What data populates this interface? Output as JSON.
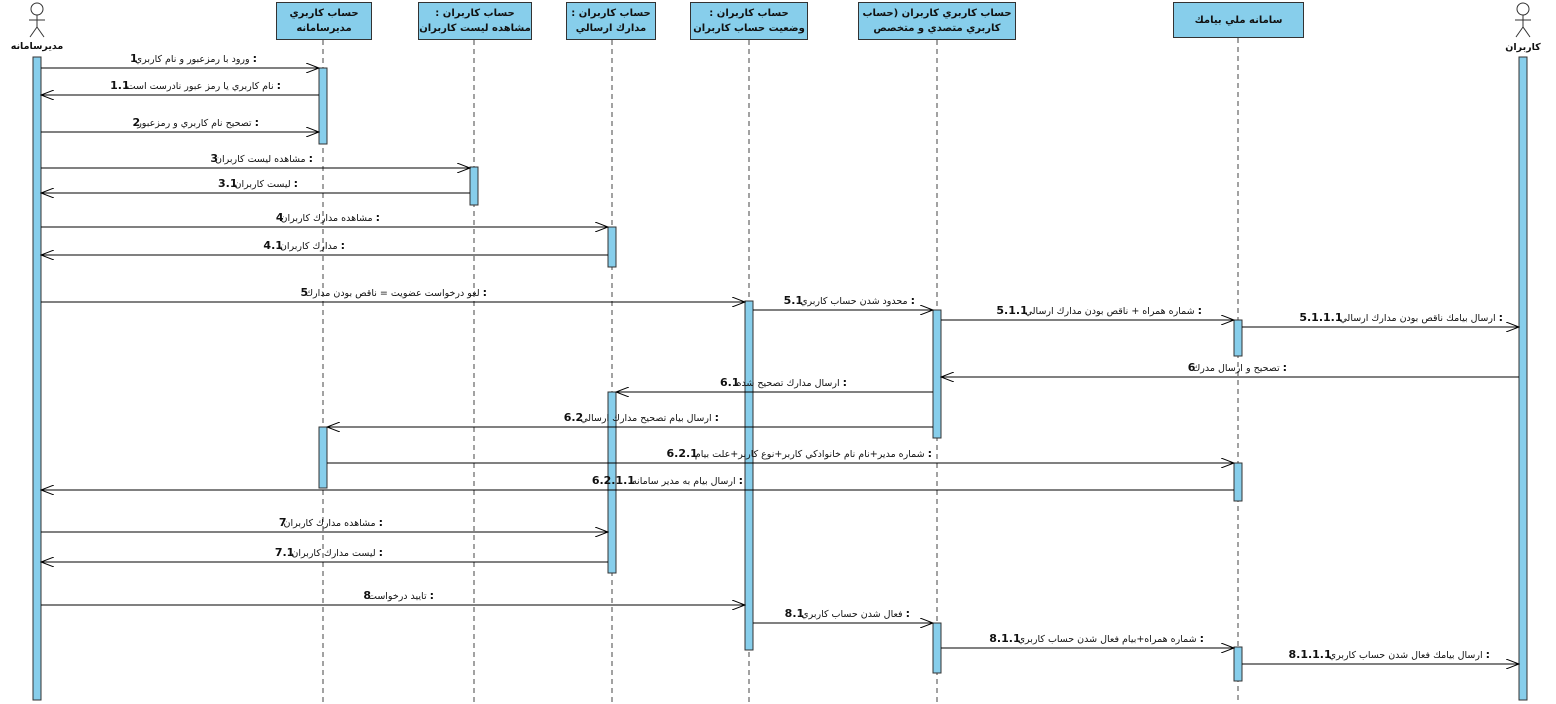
{
  "actors": [
    {
      "id": "admin",
      "label": "مديرسامانه"
    },
    {
      "id": "users",
      "label": "كاربران"
    }
  ],
  "lifelines": [
    {
      "id": "admin_acct",
      "lines": [
        "حساب كاربري",
        "مديرسامانه"
      ]
    },
    {
      "id": "user_list",
      "lines": [
        "حساب كاربران :",
        "مشاهده ليست كاربران"
      ]
    },
    {
      "id": "docs",
      "lines": [
        "حساب كاربران :",
        "مدارك ارسالي"
      ]
    },
    {
      "id": "status",
      "lines": [
        "حساب كاربران :",
        "وضعيت حساب كاربران"
      ]
    },
    {
      "id": "specialist",
      "lines": [
        "حساب كاربري كاربران (حساب",
        "كاربري متصدي و متخصص"
      ]
    },
    {
      "id": "sms",
      "lines": [
        "سامانه ملي بيامك"
      ]
    }
  ],
  "messages": [
    {
      "num": "1:",
      "text": "ورود با رمزعبور و نام كاربري"
    },
    {
      "num": "1.1:",
      "text": "نام كاربري يا رمز عبور نادرست است"
    },
    {
      "num": "2:",
      "text": "تصحيح نام كاربري و رمزعبور"
    },
    {
      "num": "3:",
      "text": "مشاهده ليست كاربران"
    },
    {
      "num": "3.1:",
      "text": "ليست كاربران"
    },
    {
      "num": "4:",
      "text": "مشاهده مدارك كاربران"
    },
    {
      "num": "4.1:",
      "text": "مدارك كاربران"
    },
    {
      "num": "5:",
      "text": "لغو درخواست عضويت = ناقص بودن مدارك"
    },
    {
      "num": "5.1:",
      "text": "محدود شدن حساب كاربري"
    },
    {
      "num": "5.1.1:",
      "text": "شماره همراه + ناقص بودن مدارك ارسالي"
    },
    {
      "num": "5.1.1.1:",
      "text": "ارسال بيامك ناقص بودن مدارك ارسالي"
    },
    {
      "num": "6:",
      "text": "تصحيح و ارسال مدرك"
    },
    {
      "num": "6.1:",
      "text": "ارسال مدارك تصحيح شده"
    },
    {
      "num": "6.2:",
      "text": "ارسال بيام تصحيح مدارك ارسالي"
    },
    {
      "num": "6.2.1:",
      "text": "شماره مدير+نام نام خانوادكي كاربر+نوع كاربر+علت بيام"
    },
    {
      "num": "6.2.1.1:",
      "text": "ارسال بيام به مدير سامانه"
    },
    {
      "num": "7:",
      "text": "مشاهده مدارك كاربران"
    },
    {
      "num": "7.1:",
      "text": "ليست مدارك كاربران"
    },
    {
      "num": "8:",
      "text": "تاييد درخواست"
    },
    {
      "num": "8.1:",
      "text": "فعال شدن حساب كاربري"
    },
    {
      "num": "8.1.1:",
      "text": "شماره همراه+بيام فعال شدن حساب كاربري"
    },
    {
      "num": "8.1.1.1:",
      "text": "ارسال بيامك فعال شدن حساب كاربري"
    }
  ],
  "colors": {
    "activation": "#87ceeb",
    "header": "#87ceeb",
    "line": "#000000",
    "border": "#333333"
  }
}
